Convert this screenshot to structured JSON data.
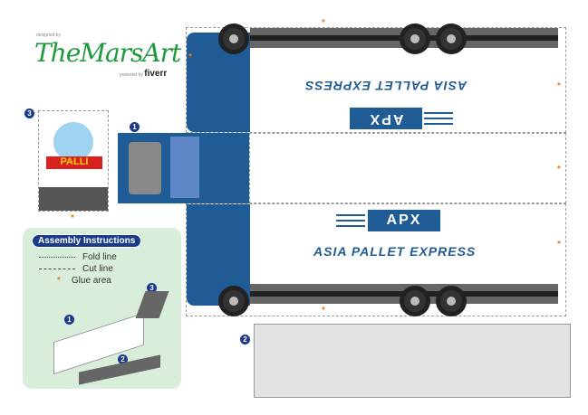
{
  "logo": {
    "designed_by": "designed by",
    "brand": "TheMarsArt",
    "powered_by": "powered by",
    "partner": "fiverr"
  },
  "truck": {
    "logo_text": "APX",
    "company_name": "ASIA PALLET EXPRESS",
    "back_mascot_text": "PALLI"
  },
  "parts": {
    "one": "1",
    "two": "2",
    "three": "3"
  },
  "instructions": {
    "title": "Assembly Instructions",
    "legend": [
      {
        "label": "Fold line"
      },
      {
        "label": "Cut line"
      },
      {
        "label": "Glue area",
        "icon": "asterisk"
      }
    ]
  },
  "colors": {
    "truck_blue": "#1f5b94",
    "logo_green": "#1e9a3c",
    "glue": "#f07a20",
    "instructions_bg": "#d9eddb"
  }
}
